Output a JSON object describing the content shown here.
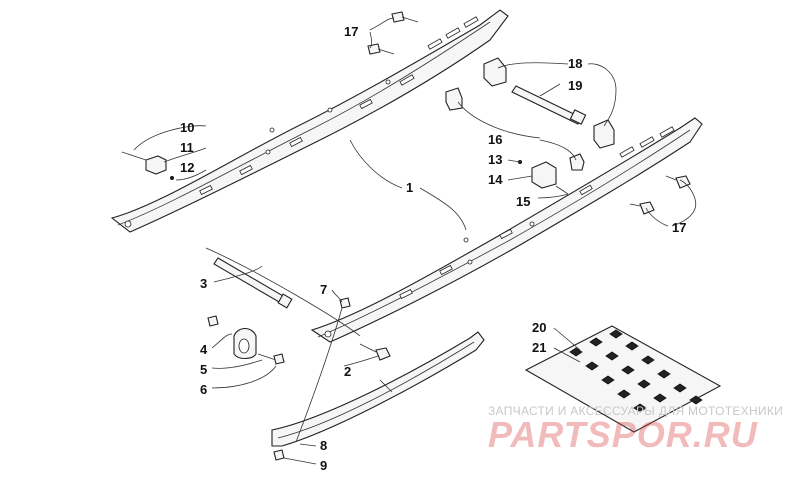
{
  "callouts": [
    {
      "id": "17a",
      "text": "17"
    },
    {
      "id": "18",
      "text": "18"
    },
    {
      "id": "19",
      "text": "19"
    },
    {
      "id": "10",
      "text": "10"
    },
    {
      "id": "11",
      "text": "11"
    },
    {
      "id": "12",
      "text": "12"
    },
    {
      "id": "16",
      "text": "16"
    },
    {
      "id": "13",
      "text": "13"
    },
    {
      "id": "14",
      "text": "14"
    },
    {
      "id": "15",
      "text": "15"
    },
    {
      "id": "1",
      "text": "1"
    },
    {
      "id": "17b",
      "text": "17"
    },
    {
      "id": "3",
      "text": "3"
    },
    {
      "id": "7",
      "text": "7"
    },
    {
      "id": "20",
      "text": "20"
    },
    {
      "id": "21",
      "text": "21"
    },
    {
      "id": "4",
      "text": "4"
    },
    {
      "id": "5",
      "text": "5"
    },
    {
      "id": "6",
      "text": "6"
    },
    {
      "id": "2",
      "text": "2"
    },
    {
      "id": "8",
      "text": "8"
    },
    {
      "id": "9",
      "text": "9"
    }
  ],
  "watermark": {
    "tagline": "ЗАПЧАСТИ И АКСЕССУАРЫ ДЛЯ МОТОТЕХНИКИ",
    "brand": "PARTSPOR.RU"
  },
  "colors": {
    "linework": "#222222",
    "watermark_brand": "#d73c3c"
  }
}
